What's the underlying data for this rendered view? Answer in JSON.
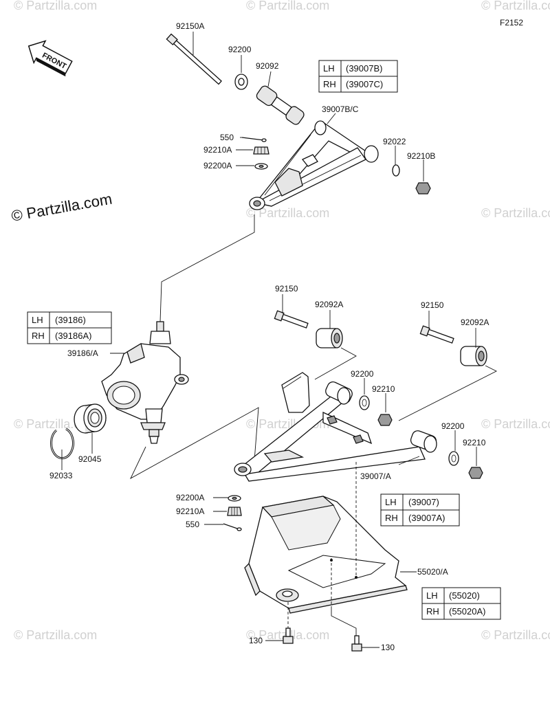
{
  "figure_code": "F2152",
  "watermark": "© Partzilla.com",
  "front_label": "FRONT",
  "labels": {
    "p92150A": "92150A",
    "p92200_top": "92200",
    "p92092": "92092",
    "p39007BC": "39007B/C",
    "p550_top": "550",
    "p92210A_top": "92210A",
    "p92200A_top": "92200A",
    "p92022": "92022",
    "p92210B": "92210B",
    "p92150_a": "92150",
    "p92092A_a": "92092A",
    "p92150_b": "92150",
    "p92092A_b": "92092A",
    "p92200_mid": "92200",
    "p92210_mid": "92210",
    "p92200_right": "92200",
    "p92210_right": "92210",
    "p39007A": "39007/A",
    "p39186A": "39186/A",
    "p92045": "92045",
    "p92033": "92033",
    "p92200A_bot": "92200A",
    "p92210A_bot": "92210A",
    "p550_bot": "550",
    "p55020A": "55020/A",
    "p130_left": "130",
    "p130_right": "130"
  },
  "tables": {
    "upper_arm": [
      {
        "side": "LH",
        "part": "(39007B)"
      },
      {
        "side": "RH",
        "part": "(39007C)"
      }
    ],
    "knuckle": [
      {
        "side": "LH",
        "part": "(39186)"
      },
      {
        "side": "RH",
        "part": "(39186A)"
      }
    ],
    "lower_arm": [
      {
        "side": "LH",
        "part": "(39007)"
      },
      {
        "side": "RH",
        "part": "(39007A)"
      }
    ],
    "guard": [
      {
        "side": "LH",
        "part": "(55020)"
      },
      {
        "side": "RH",
        "part": "(55020A)"
      }
    ]
  }
}
